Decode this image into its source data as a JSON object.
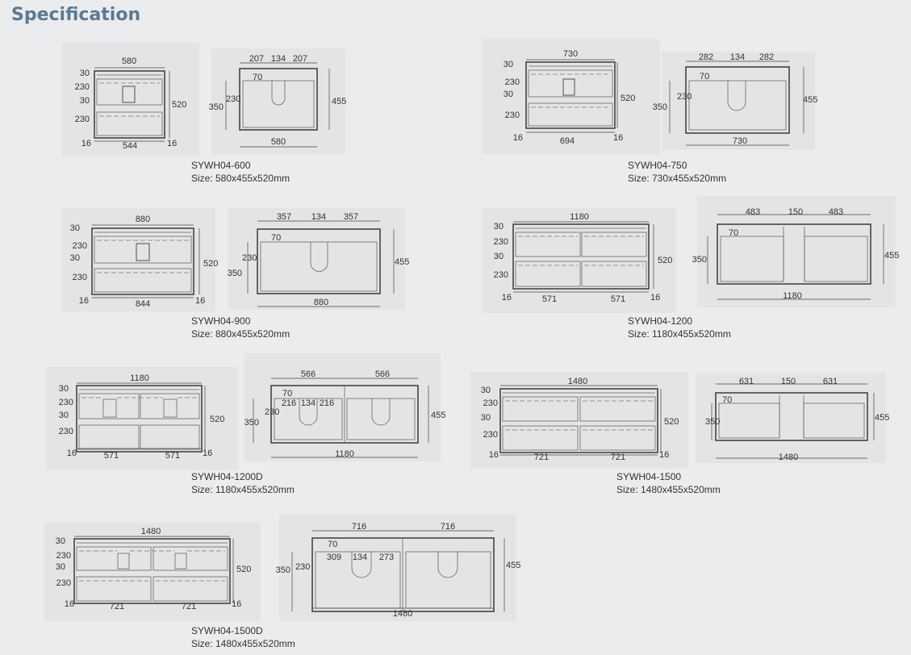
{
  "page": {
    "title": "Specification"
  },
  "products": [
    {
      "model": "SYWH04-600",
      "size": "Size: 580x455x520mm",
      "front": {
        "width": "580",
        "height": "520",
        "top": "30",
        "drawer1": "230",
        "rail": "30",
        "drawer2": "230",
        "side_left": "16",
        "side_right": "16",
        "inner": [
          "544"
        ]
      },
      "top": {
        "width": "580",
        "depth": "455",
        "splits": [
          "207",
          "134",
          "207"
        ],
        "cutout_depth": "350",
        "cut_inner": "230",
        "offset": "70"
      }
    },
    {
      "model": "SYWH04-750",
      "size": "Size: 730x455x520mm",
      "front": {
        "width": "730",
        "height": "520",
        "top": "30",
        "drawer1": "230",
        "rail": "30",
        "drawer2": "230",
        "side_left": "16",
        "side_right": "16",
        "inner": [
          "694"
        ]
      },
      "top": {
        "width": "730",
        "depth": "455",
        "splits": [
          "282",
          "134",
          "282"
        ],
        "cutout_depth": "350",
        "cut_inner": "230",
        "offset": "70"
      }
    },
    {
      "model": "SYWH04-900",
      "size": "Size: 880x455x520mm",
      "front": {
        "width": "880",
        "height": "520",
        "top": "30",
        "drawer1": "230",
        "rail": "30",
        "drawer2": "230",
        "side_left": "16",
        "side_right": "16",
        "inner": [
          "844"
        ]
      },
      "top": {
        "width": "880",
        "depth": "455",
        "splits": [
          "357",
          "134",
          "357"
        ],
        "cutout_depth": "350",
        "cut_inner": "230",
        "offset": "70"
      }
    },
    {
      "model": "SYWH04-1200",
      "size": "Size: 1180x455x520mm",
      "front": {
        "width": "1180",
        "height": "520",
        "top": "30",
        "drawer1": "230",
        "rail": "30",
        "drawer2": "230",
        "side_left": "16",
        "side_right": "16",
        "inner": [
          "571",
          "571"
        ]
      },
      "top": {
        "width": "1180",
        "depth": "455",
        "splits": [
          "483",
          "150",
          "483"
        ],
        "cutout_depth": "350",
        "cut_inner": "",
        "offset": "70"
      }
    },
    {
      "model": "SYWH04-1200D",
      "size": "Size: 1180x455x520mm",
      "front": {
        "width": "1180",
        "height": "520",
        "top": "30",
        "drawer1": "230",
        "rail": "30",
        "drawer2": "230",
        "side_left": "16",
        "side_right": "16",
        "inner": [
          "571",
          "571"
        ]
      },
      "top": {
        "width": "1180",
        "depth": "455",
        "splits": [
          "566",
          "566"
        ],
        "cutout_depth": "350",
        "cut_inner": "230",
        "offset": "70",
        "sub_splits": [
          "216",
          "134",
          "216"
        ]
      }
    },
    {
      "model": "SYWH04-1500",
      "size": "Size: 1480x455x520mm",
      "front": {
        "width": "1480",
        "height": "520",
        "top": "30",
        "drawer1": "230",
        "rail": "30",
        "drawer2": "230",
        "side_left": "16",
        "side_right": "16",
        "inner": [
          "721",
          "721"
        ]
      },
      "top": {
        "width": "1480",
        "depth": "455",
        "splits": [
          "631",
          "150",
          "631"
        ],
        "cutout_depth": "350",
        "cut_inner": "",
        "offset": "70"
      }
    },
    {
      "model": "SYWH04-1500D",
      "size": "Size: 1480x455x520mm",
      "front": {
        "width": "1480",
        "height": "520",
        "top": "30",
        "drawer1": "230",
        "rail": "30",
        "drawer2": "230",
        "side_left": "16",
        "side_right": "16",
        "inner": [
          "721",
          "721"
        ]
      },
      "top": {
        "width": "1480",
        "depth": "455",
        "splits": [
          "716",
          "716"
        ],
        "cutout_depth": "350",
        "cut_inner": "230",
        "offset": "70",
        "sub_splits": [
          "309",
          "134",
          "273"
        ]
      }
    }
  ]
}
